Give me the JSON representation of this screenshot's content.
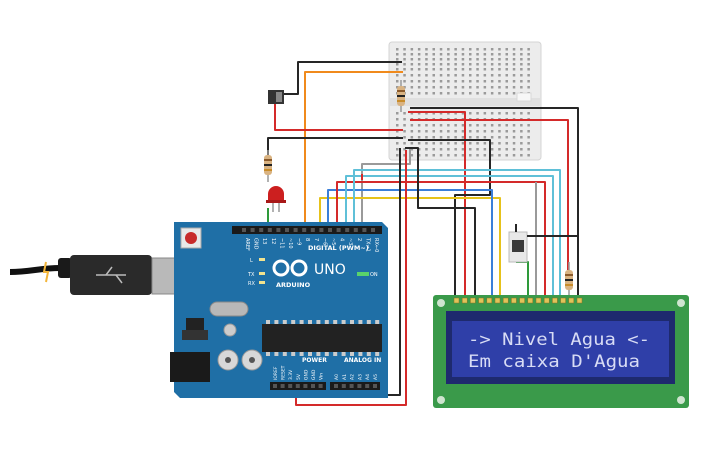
{
  "arduino": {
    "model": "UNO",
    "brand": "ARDUINO",
    "digital_label": "DIGITAL (PWM~)",
    "power_label": "POWER",
    "analog_label": "ANALOG IN",
    "on_label": "ON",
    "tx_label": "TX",
    "rx_label": "RX",
    "l_label": "L",
    "digital_pins": [
      "AREF",
      "GND",
      "13",
      "12",
      "~11",
      "~10",
      "~9",
      "8",
      "7",
      "~6",
      "~5",
      "4",
      "~3",
      "2",
      "TX→1",
      "RX←0"
    ],
    "power_pins": [
      "IOREF",
      "RESET",
      "3.3V",
      "5V",
      "GND",
      "GND",
      "Vin"
    ],
    "analog_pins": [
      "A0",
      "A1",
      "A2",
      "A3",
      "A4",
      "A5"
    ]
  },
  "lcd": {
    "line1": "-> Nivel Agua <-",
    "line2": "Em caixa D'Agua",
    "colors": {
      "pcb": "#3a9a4a",
      "screen": "#2f3fa8",
      "text": "#d8dcf5"
    }
  },
  "colors": {
    "board": "#1f6fa6",
    "wire_red": "#d42a2a",
    "wire_black": "#262626",
    "wire_orange": "#f08a1c",
    "wire_yellow": "#e6c21a",
    "wire_blue": "#3a7fd9",
    "wire_cyan": "#5fc0d8",
    "wire_green": "#2e9a3a",
    "wire_gray": "#9a9a9a",
    "led": "#cc1f1f"
  }
}
